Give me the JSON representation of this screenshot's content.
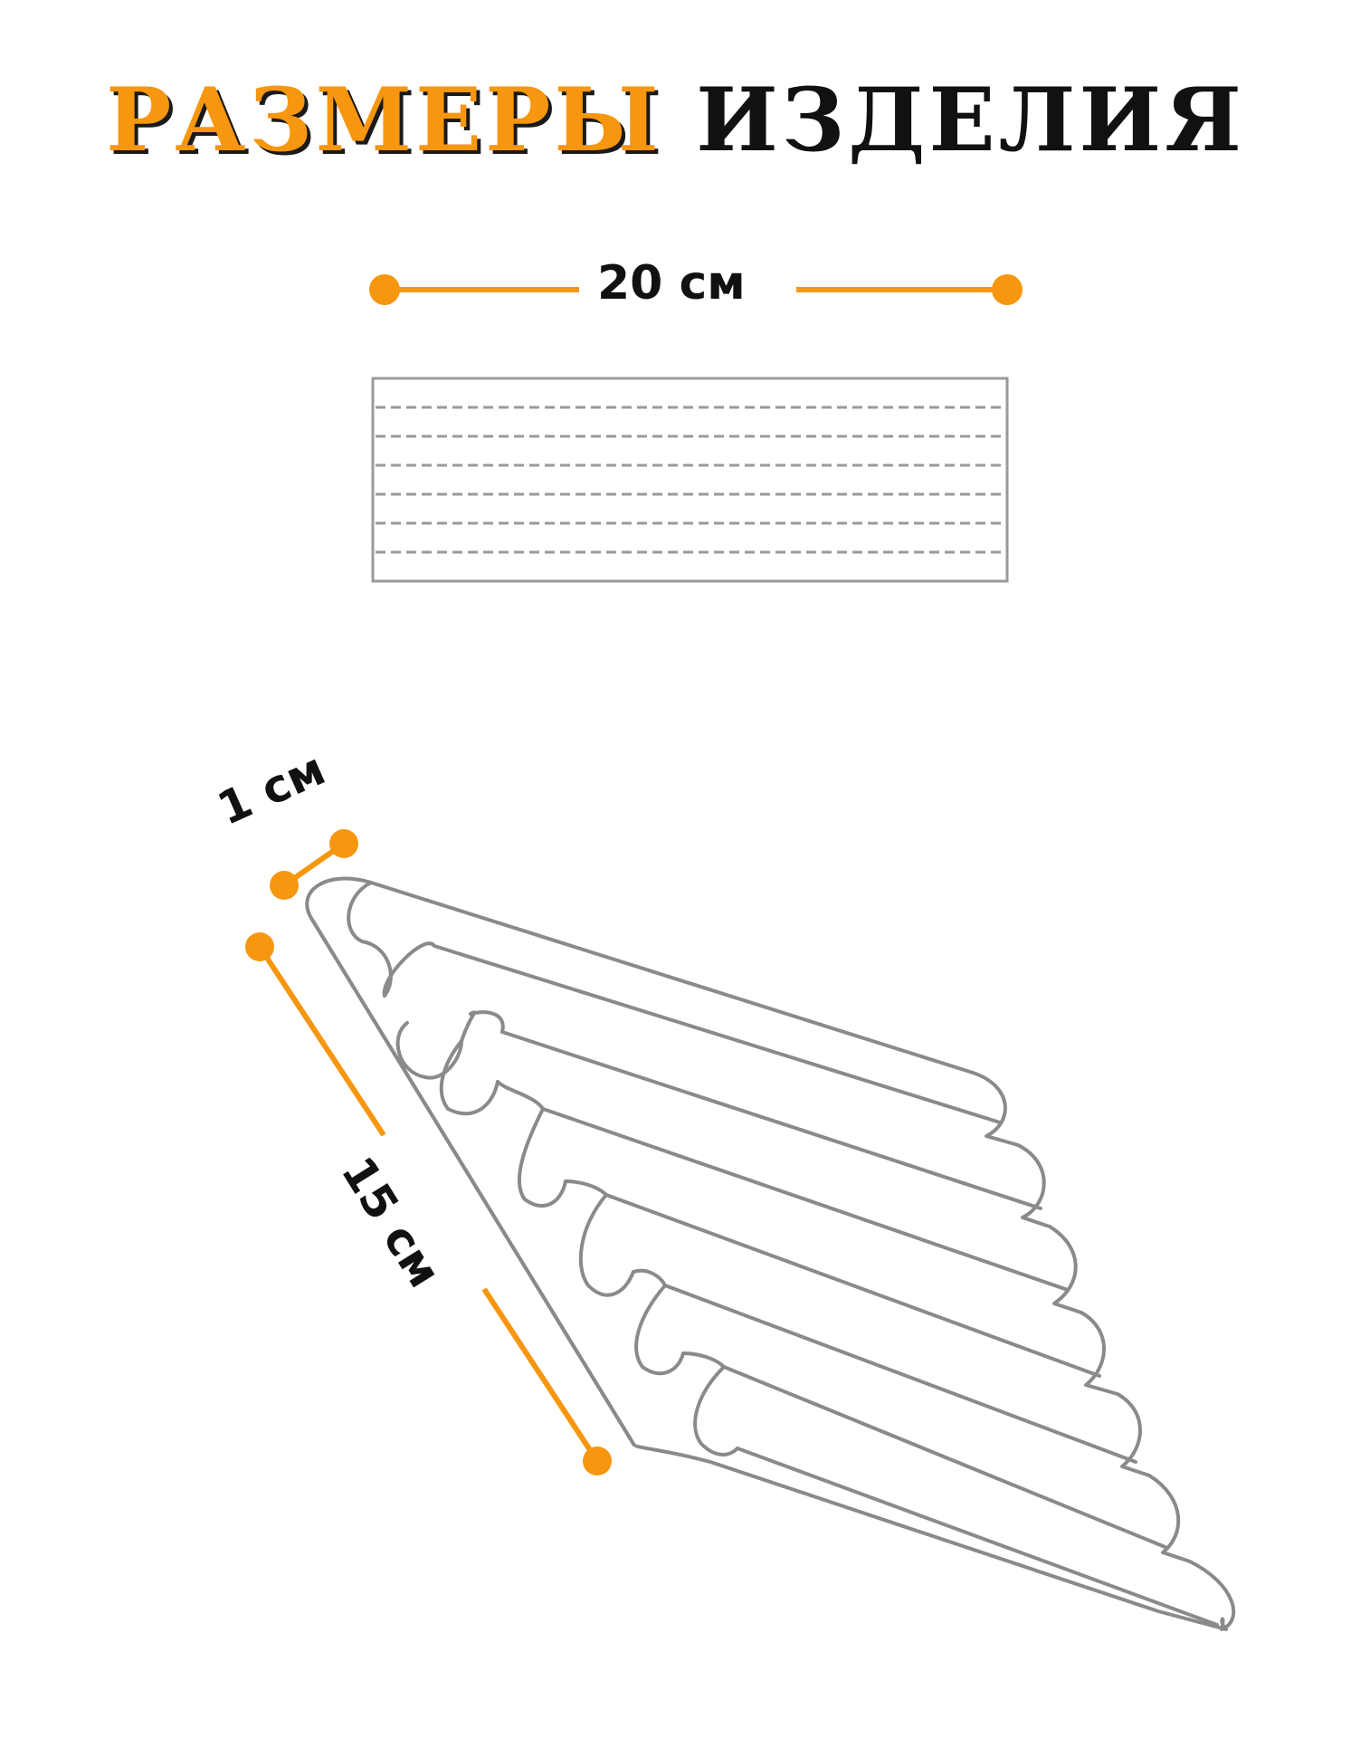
{
  "title": {
    "highlight": "РАЗМЕРЫ",
    "rest": "ИЗДЕЛИЯ"
  },
  "dimensions": {
    "width": "20 см",
    "thickness": "1 см",
    "length": "15 см"
  },
  "colors": {
    "accent": "#f7960f",
    "outline": "#8a8a8a",
    "text": "#111111"
  }
}
